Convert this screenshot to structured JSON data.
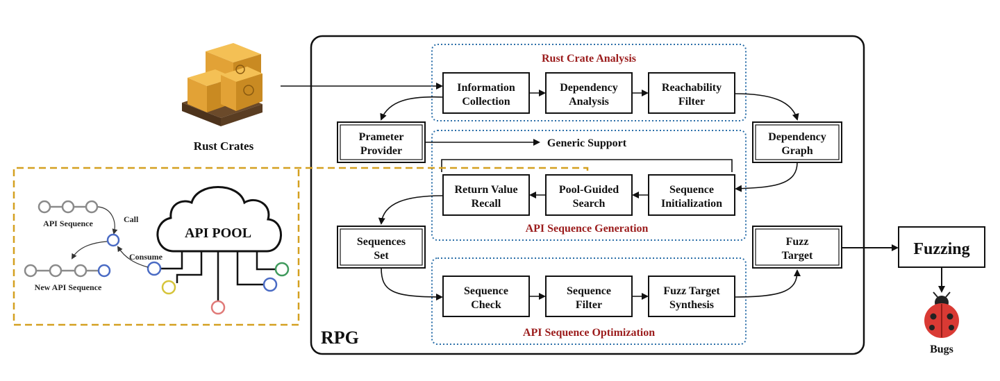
{
  "crates": {
    "label": "Rust Crates"
  },
  "rpg": {
    "label": "RPG"
  },
  "sections": {
    "analysis": "Rust Crate Analysis",
    "generation": "API Sequence Generation",
    "optimization": "API Sequence Optimization"
  },
  "analysis_boxes": {
    "info": [
      "Information",
      "Collection"
    ],
    "dep": [
      "Dependency",
      "Analysis"
    ],
    "reach": [
      "Reachability",
      "Filter"
    ]
  },
  "side_boxes": {
    "provider": [
      "Prameter",
      "Provider"
    ],
    "graph": [
      "Dependency",
      "Graph"
    ],
    "seqset": [
      "Sequences",
      "Set"
    ],
    "fuzz_target": [
      "Fuzz",
      "Target"
    ]
  },
  "generic_support": "Generic Support",
  "generation_boxes": {
    "recall": [
      "Return Value",
      "Recall"
    ],
    "pool": [
      "Pool-Guided",
      "Search"
    ],
    "init": [
      "Sequence",
      "Initialization"
    ]
  },
  "optimization_boxes": {
    "check": [
      "Sequence",
      "Check"
    ],
    "filter": [
      "Sequence",
      "Filter"
    ],
    "synth": [
      "Fuzz Target",
      "Synthesis"
    ]
  },
  "fuzzing": {
    "label": "Fuzzing"
  },
  "bugs": {
    "label": "Bugs"
  },
  "api_pool": {
    "title": "API POOL",
    "api_sequence": "API Sequence",
    "new_api_sequence": "New API Sequence",
    "call": "Call",
    "consume": "Consume"
  },
  "colors": {
    "section_border": "#2a6ea8",
    "section_title": "#9b1c1c",
    "pool_border": "#d4a020",
    "node_gray": "#8a8a8a",
    "node_blue": "#4a6bc4",
    "node_yellow": "#d6c43a",
    "node_red": "#e07a78",
    "node_green": "#3f9a5c",
    "ladybug": "#d93a34"
  }
}
